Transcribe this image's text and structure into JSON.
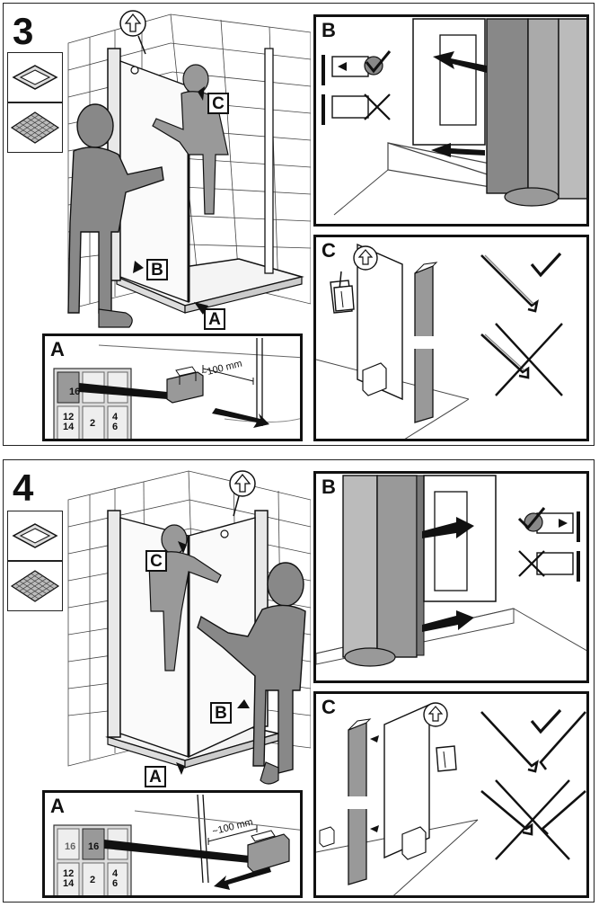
{
  "step3": {
    "number": "3",
    "callouts": {
      "top": "C",
      "floor": "B",
      "base": "A"
    },
    "panel_a": {
      "label": "A",
      "dimension": "~100 mm",
      "tiles": [
        "16",
        "12\n14",
        "2",
        "4\n6"
      ]
    },
    "panel_b": {
      "label": "B"
    },
    "panel_c": {
      "label": "C"
    }
  },
  "step4": {
    "number": "4",
    "callouts": {
      "top": "C",
      "floor": "B",
      "base": "A"
    },
    "panel_a": {
      "label": "A",
      "dimension": "~100 mm",
      "tiles": [
        "16",
        "16",
        "12\n14",
        "2",
        "4\n6"
      ]
    },
    "panel_b": {
      "label": "B"
    },
    "panel_c": {
      "label": "C"
    }
  },
  "icons": {
    "check": "check-icon",
    "cross": "cross-icon",
    "up_arrow": "up-arrow-icon",
    "trash": "trash-icon"
  }
}
